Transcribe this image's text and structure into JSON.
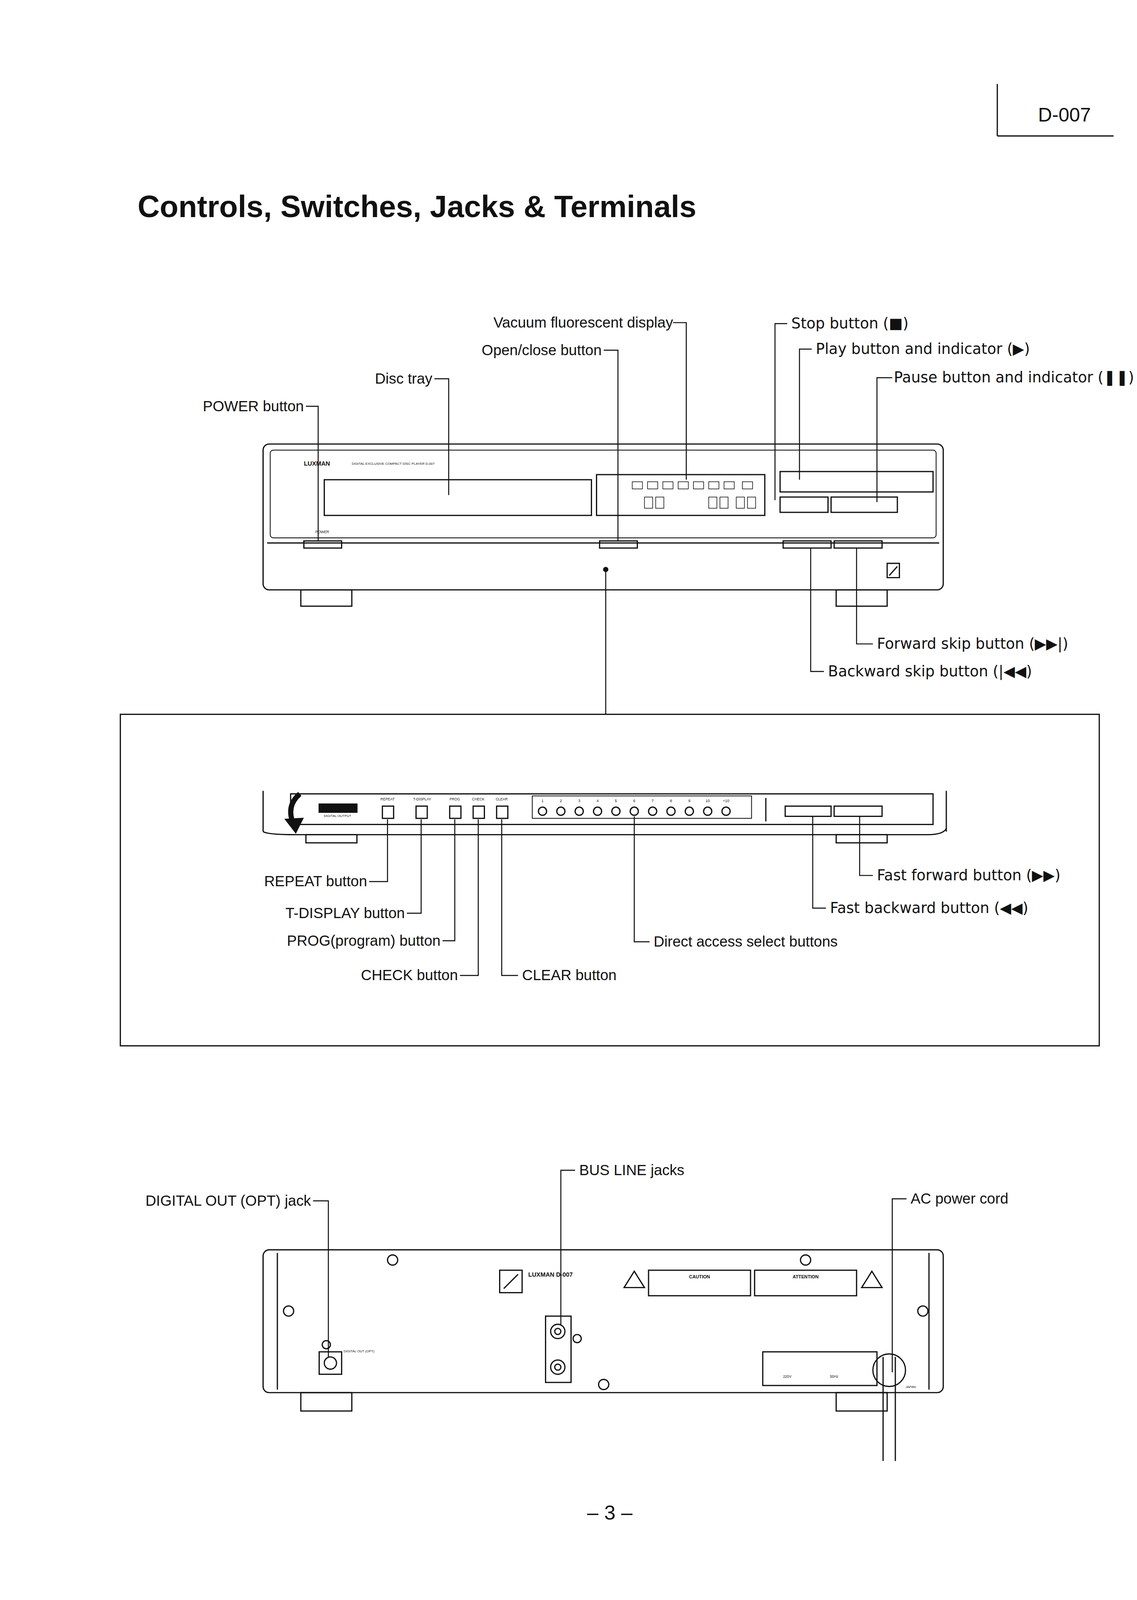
{
  "diagram": {
    "title": "Controls, Switches, Jacks & Terminals",
    "labels": [
      "D-007",
      "Vacuum fluorescent display",
      "Open/close button",
      "Disc tray",
      "POWER button",
      "Stop button (■)",
      "Play button and indicator (▶)",
      "Pause button and indicator (❚❚)",
      "Forward skip button (▶▶|)",
      "Backward skip button (|◀◀)",
      "REPEAT button",
      "T-DISPLAY button",
      "PROG(program) button",
      "CHECK button",
      "CLEAR button",
      "Direct access select buttons",
      "Fast forward button (▶▶)",
      "Fast backward button (◀◀)",
      "BUS LINE jacks",
      "DIGITAL OUT (OPT) jack",
      "AC power cord",
      "– 3 –",
      "LUXMAN",
      "DIGITAL EXCLUSIVE COMPACT DISC PLAYER D-007",
      "POWER",
      "DIGITAL OUTPUT",
      "REPEAT",
      "T-DISPLAY",
      "PROG",
      "CHECK",
      "CLEAR",
      "1",
      "2",
      "3",
      "4",
      "5",
      "6",
      "7",
      "8",
      "9",
      "10",
      "+10",
      "LUXMAN D-007",
      "CAUTION",
      "ATTENTION",
      "DIGITAL OUT (OPT)",
      "220V",
      "50Hz",
      "JAPAN"
    ]
  }
}
